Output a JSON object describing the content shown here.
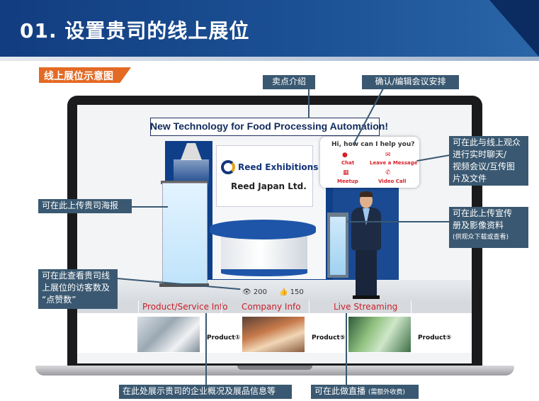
{
  "header": {
    "title": "01. 设置贵司的线上展位"
  },
  "section_tag": "线上展位示意图",
  "booth": {
    "headline": "New Technology for Food Processing Automation!",
    "logo": {
      "brand": "Reed Exhibitions",
      "company": "Reed Japan Ltd."
    },
    "chat": {
      "greeting": "Hi, how can I help you?",
      "actions": [
        {
          "icon": "chat-icon",
          "label": "Chat"
        },
        {
          "icon": "mail-icon",
          "label": "Leave a Message"
        },
        {
          "icon": "calendar-icon",
          "label": "Meetup"
        },
        {
          "icon": "phone-icon",
          "label": "Video Call"
        }
      ]
    },
    "stats": {
      "views": "200",
      "likes": "150"
    },
    "tabs": [
      "Product/Service Info",
      "Company Info",
      "Live Streaming"
    ],
    "products": [
      "Product①",
      "Product⑤",
      "Product⑤"
    ]
  },
  "callouts": {
    "selling_point": "卖点介绍",
    "confirm_meeting": "确认/编辑会议安排",
    "poster": "可在此上传贵司海报",
    "chat_line1": "可在此与线上观众",
    "chat_line2": "进行实时聊天/",
    "chat_line3": "视频会议/互传图",
    "chat_line4": "片及文件",
    "brochure_line1": "可在此上传宣传",
    "brochure_line2": "册及影像资料",
    "brochure_note": "(供观众下载或查看)",
    "visitors_line1": "可在此查看贵司线",
    "visitors_line2": "上展位的访客数及",
    "visitors_line3": "“点赞数”",
    "company_info": "在此处展示贵司的企业概况及展品信息等",
    "live_main": "可在此做直播",
    "live_note": "(需额外收费)"
  },
  "colors": {
    "header": "#1c5296",
    "accent": "#e46a24",
    "callout": "#3a5871",
    "tab_text": "#c8202a"
  }
}
